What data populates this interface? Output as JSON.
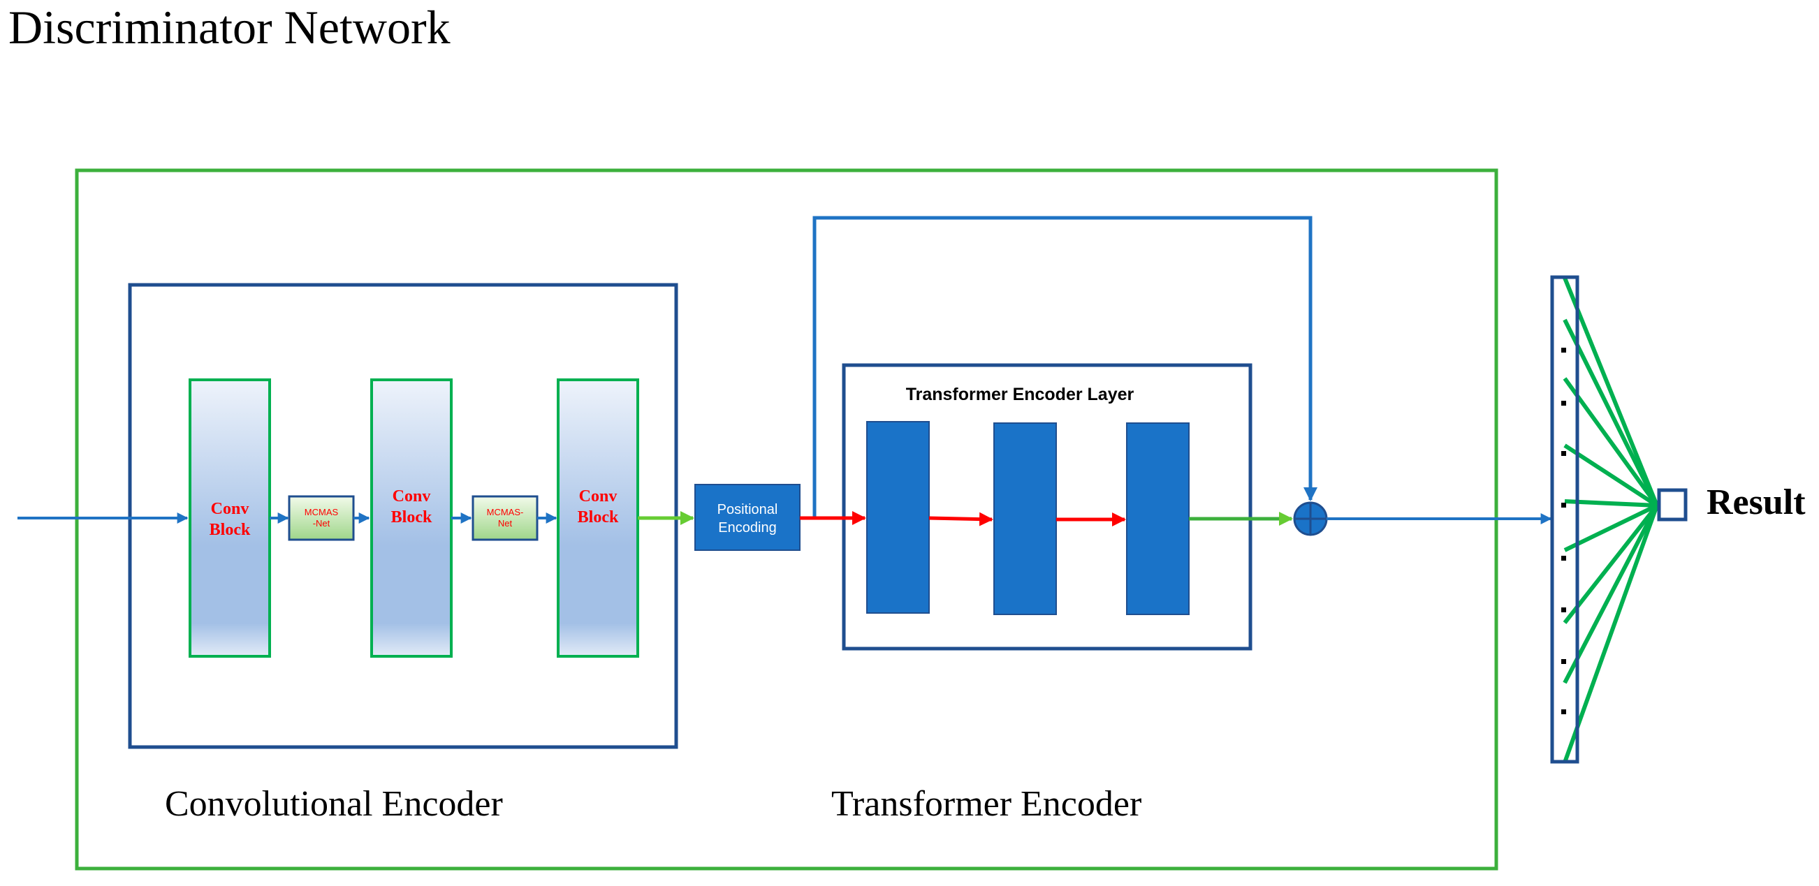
{
  "title": "Discriminator Network",
  "colors": {
    "outer_green": "#3cb03c",
    "navy": "#1f4e8f",
    "blue": "#1f73c4",
    "block_blue": "#1a73c8",
    "green": "#00b050",
    "red": "#ff0000",
    "light_green": "#66cc33"
  },
  "conv_encoder": {
    "label": "Convolutional Encoder",
    "blocks": [
      {
        "line1": "Conv",
        "line2": "Block"
      },
      {
        "line1": "Conv",
        "line2": "Block"
      },
      {
        "line1": "Conv",
        "line2": "Block"
      }
    ],
    "mcmas": [
      {
        "line1": "MCMAS",
        "line2": "-Net"
      },
      {
        "line1": "MCMAS-",
        "line2": "Net"
      }
    ]
  },
  "positional_encoding": {
    "line1": "Positional",
    "line2": "Encoding"
  },
  "transformer_encoder": {
    "label": "Transformer Encoder",
    "layer_label": "Transformer Encoder Layer"
  },
  "result_label": "Result",
  "icons": {
    "add": "circle-plus-icon"
  }
}
